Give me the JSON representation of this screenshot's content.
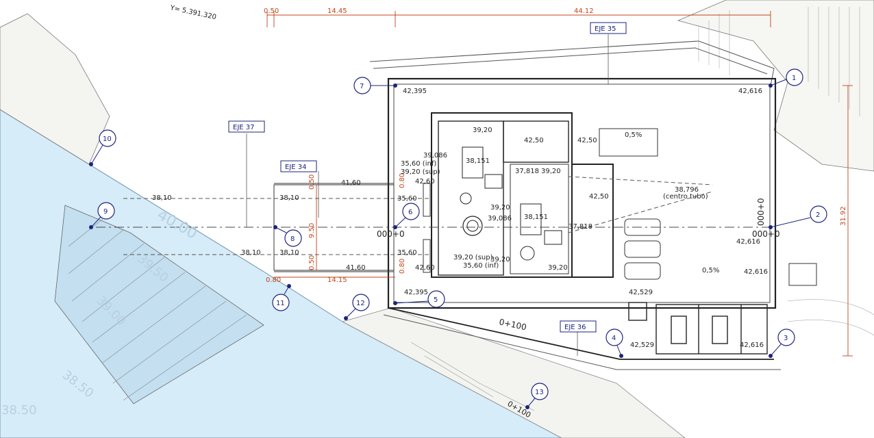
{
  "header": {
    "coord_text": "Y= 5.391.320"
  },
  "top_dims": [
    "0.50",
    "14.45",
    "44.12"
  ],
  "right_dim": "31.92",
  "ejes": [
    "EJE 35",
    "EJE 37",
    "EJE 34",
    "EJE 36"
  ],
  "points": [
    "1",
    "2",
    "3",
    "4",
    "5",
    "6",
    "7",
    "8",
    "9",
    "10",
    "11",
    "12",
    "13"
  ],
  "elevations": {
    "e_7": "42,395",
    "e_1": "42,616",
    "e_2": "42,616",
    "e_3": "42,616",
    "e_4": "42,529",
    "e_4b": "42,529",
    "e_5": "42,395",
    "e_r": "42,616",
    "e_3920a": "39,20",
    "e_4250a": "42,50",
    "e_4250b": "42,50",
    "e_4250c": "42,50",
    "e_39086a": "39,086",
    "e_39086b": "39,086",
    "e_38151a": "38,151",
    "e_38151b": "38,151",
    "e_37818a": "37,818",
    "e_37818b": "37,818",
    "e_3920b": "39,20",
    "e_3920c": "39,20",
    "e_3920d": "39,20",
    "e_3920e": "39,20",
    "e_4260a": "42,60",
    "e_4260b": "42,60",
    "e_4160a": "41,60",
    "e_4160b": "41,60",
    "e_3810a": "38,10",
    "e_3810b": "38,10",
    "e_3810c": "38,10",
    "e_3560a": "35,60",
    "e_3560b": "35,60",
    "e_38796": "38,796"
  },
  "notes": {
    "inf": "35,60 (inf)",
    "sup": "39,20 (sup)",
    "sup2": "39,20 (sup)",
    "inf2": "35,60 (inf)",
    "centro": "(centro tubo)",
    "slope1": "0,5%",
    "slope2": "0,5%"
  },
  "stations": {
    "s1": "000+0",
    "s2": "000+0",
    "s3": "0+100",
    "s4": "0+100"
  },
  "small_dims": {
    "d050a": "0.50",
    "d950": "9.50",
    "d050b": "0.50",
    "d080a": "0.80",
    "d080b": "0.80",
    "d080c": "0.80",
    "d1415": "14.15"
  },
  "contours": [
    "40.00",
    "39.50",
    "39.00",
    "38.50",
    "38.50"
  ],
  "colors": {
    "water": "#d6ecf8",
    "dimension": "#c0451a",
    "eje": "#1a237e",
    "line": "#333333"
  }
}
